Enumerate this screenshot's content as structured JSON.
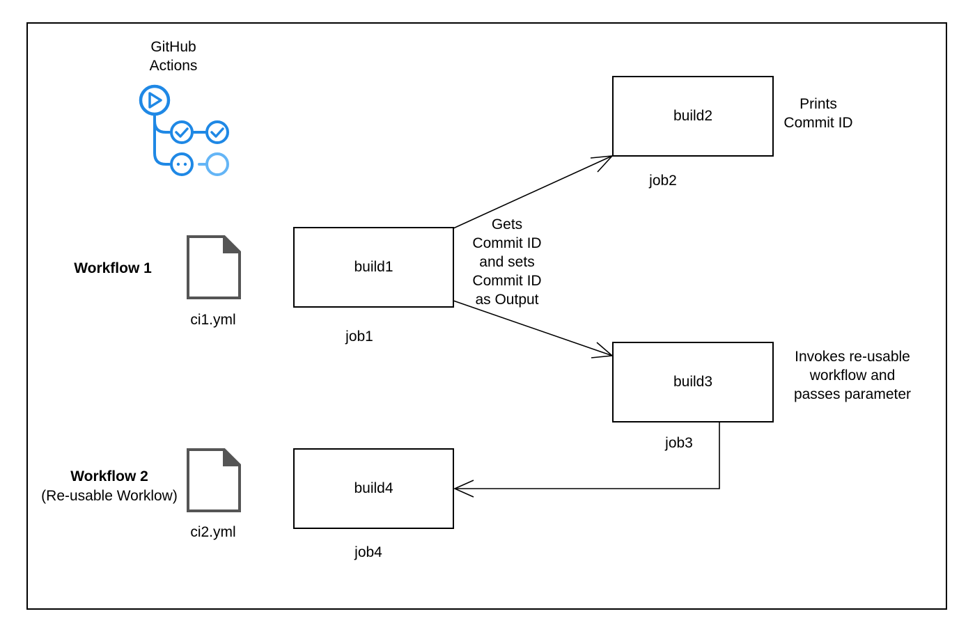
{
  "frame": {
    "border_color": "#000000"
  },
  "logo": {
    "title_line1": "GitHub",
    "title_line2": "Actions",
    "icon": "github-actions-icon",
    "colors": {
      "primary": "#1f88e5",
      "light": "#64b5f6"
    }
  },
  "workflow1": {
    "label": "Workflow 1",
    "file_icon": "file-icon",
    "file_name": "ci1.yml"
  },
  "workflow2": {
    "label": "Workflow 2",
    "sublabel": "(Re-usable Worklow)",
    "file_icon": "file-icon",
    "file_name": "ci2.yml"
  },
  "jobs": [
    {
      "box_label": "build1",
      "job_name": "job1"
    },
    {
      "box_label": "build2",
      "job_name": "job2"
    },
    {
      "box_label": "build3",
      "job_name": "job3"
    },
    {
      "box_label": "build4",
      "job_name": "job4"
    }
  ],
  "notes": {
    "build1": [
      "Gets",
      "Commit ID",
      "and sets",
      "Commit ID",
      "as Output"
    ],
    "build2": [
      "Prints",
      "Commit ID"
    ],
    "build3": [
      "Invokes re-usable",
      "workflow and",
      "passes parameter"
    ]
  }
}
